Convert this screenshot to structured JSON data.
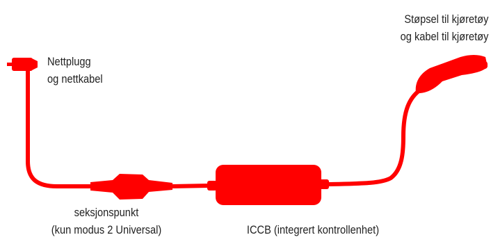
{
  "colors": {
    "cable": "#ff0000",
    "text": "#222222",
    "background": "#ffffff"
  },
  "labels": {
    "mains_plug": {
      "line1": "Nettplugg",
      "line2": "og nettkabel"
    },
    "vehicle_plug": {
      "line1": "Støpsel til kjøretøy",
      "line2": "og kabel til kjøretøy"
    },
    "section_point": {
      "line1": "seksjonspunkt",
      "line2": "(kun modus 2 Universal)"
    },
    "iccb": {
      "line1": "ICCB (integrert kontrollenhet)"
    }
  }
}
